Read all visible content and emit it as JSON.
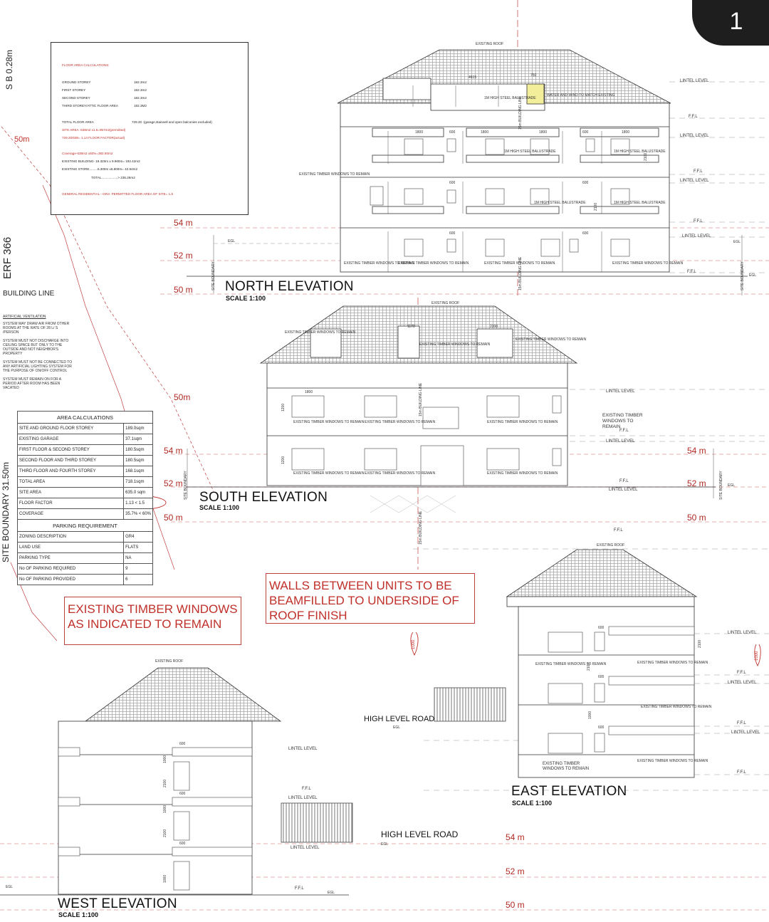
{
  "page_badge": "1",
  "left_margin": {
    "sb_label": "S B 0.28m",
    "erf_label": "ERF 366",
    "site_boundary_label": "SITE BOUNDARY 31.50m",
    "building_line": "BUILDING LINE",
    "fifty_m": "50m"
  },
  "floor_area_panel": {
    "heading": "FLOOR AREA CALCULATIONS:",
    "rows": [
      {
        "label": "GROUND STOREY",
        "value": "182.3m2"
      },
      {
        "label": "FIRST STOREY",
        "value": "182.3m2"
      },
      {
        "label": "SECOND STOREY",
        "value": "182.3m2"
      },
      {
        "label": "THIRD  STOREY/ATTIC  FLOOR AREA",
        "value": "182.3M2"
      }
    ],
    "total_label": "TOTAL FLOOR AREA",
    "total_value": "729.20  -(garage,stairwell  and open balconies excluded)",
    "site_area": "SITE AREA -638m2 x1.5=957m2(permitted)",
    "floor_factor": "729.20/638=   1.14 FLOOR FACTOR(actual)",
    "coverage": "Coverage-638m2 x60%=382.80m2",
    "existing_building": "EXISTING BUILDING- 19.320m x 9.960m= 192.42m2",
    "existing_store": "EXISTING STORE.........6.300m x6.800m= 42.84m2",
    "total_cov": "TOTAL..................> 235.26m2",
    "zoning_note": "GENERAL RESIDENTIAL --GR4- PERMITTED FLOOR AREA OF SITE= 1.5"
  },
  "ventilation_notes": [
    "ARTIFICIAL VENTILATION",
    "SYSTEM MAY DRAW AIR FROM OTHER ROOMS AT THE RATE OF 28 L/ S /PERSON",
    "SYSTEM MUST NOT DISCHARGE INTO CEILING SPACE BUT ONLY TO THE OUTSIDE AND NOT NEIGHBOR'S PROPERTY",
    "SYSTEM MUST NOT BE CONNECTED TO ANY ARTIFICIAL LIGHTING SYSTEM FOR THE PURPOSE OF ON/OFF CONTROL",
    "SYSTEM MUST REMAIN ON FOR A PERIOD AFTER ROOM HAS BEEN VACATED"
  ],
  "area_table": {
    "title": "AREA CALCULATIONS",
    "rows": [
      {
        "label": "SITE AND GROUND FLOOR STOREY",
        "value": "189.0sqm"
      },
      {
        "label": "EXISTING GARAGE",
        "value": "37.1sqm"
      },
      {
        "label": "FIRST FLOOR & SECOND STOREY",
        "value": "180.5sqm"
      },
      {
        "label": "SECOND FLOOR AND THIRD STOREY",
        "value": "180.5sqm"
      },
      {
        "label": "THIRD FLOOR AND FOURTH STOREY",
        "value": "168.1sqm"
      },
      {
        "label": "TOTAL AREA",
        "value": "718.1sqm"
      },
      {
        "label": "SITE AREA",
        "value": "635.0 sqm"
      },
      {
        "label": "FLOOR FACTOR",
        "value": "1.13 < 1.5"
      },
      {
        "label": "COVERAGE",
        "value": "35.7% < 60%"
      }
    ],
    "parking_title": "PARKING REQUIREMENT",
    "parking_rows": [
      {
        "label": "ZONING DESCRIPTION",
        "value": "GR4"
      },
      {
        "label": "LAND USE",
        "value": "FLATS"
      },
      {
        "label": "PARKING TYPE",
        "value": "NA"
      },
      {
        "label": "No  OF PARKING REQUIRED",
        "value": "9"
      },
      {
        "label": "No  OF PARKING PROVIDED",
        "value": "6"
      }
    ]
  },
  "notes": {
    "timber": [
      "EXISTING TIMBER WINDOWS",
      "AS INDICATED TO REMAIN"
    ],
    "walls": [
      "WALLS BETWEEN UNITS TO BE",
      "BEAMFILLED TO UNDERSIDE OF",
      "ROOF FINISH"
    ]
  },
  "north": {
    "title": "NORTH ELEVATION",
    "scale": "SCALE 1:100",
    "roof": "EXISTING ROOF",
    "levels": [
      "54 m",
      "52 m",
      "50 m"
    ],
    "lintel": "LINTEL LEVEL",
    "ffl": "F.F.L",
    "egl": "EGL",
    "site_boundary": "SITE BOUNDARY",
    "building_line": "15m BUILDING LINE",
    "window_note": "EXISTING TIMBER WINDOWS TO REMAIN",
    "steel_note": "1M HIGH STEEL BALUSTRADE",
    "rain_note": "WATER AND WIND TO MATCH EXISTING",
    "dims": [
      "1800",
      "600",
      "1800",
      "1800",
      "600",
      "1800",
      "750",
      "4615",
      "600",
      "2100"
    ]
  },
  "south": {
    "title": "SOUTH ELEVATION",
    "scale": "SCALE 1:100",
    "roof": "EXISTING ROOF",
    "levels_left": [
      "50m",
      "54 m",
      "52 m",
      "50 m"
    ],
    "levels_right": [
      "54 m",
      "52 m",
      "50 m"
    ],
    "lintel": "LINTEL LEVEL",
    "ffl": "F.F.L",
    "egl": "EGL",
    "window_note": "EXISTING TIMBER WINDOWS TO REMAIN",
    "dims": [
      "1800",
      "1200",
      "1170",
      "2200"
    ]
  },
  "east": {
    "title": "EAST ELEVATION",
    "scale": "SCALE 1:100",
    "roof": "EXISTING ROOF",
    "road": "HIGH LEVEL ROAD",
    "egl": "EGL",
    "lintel": "LINTEL LEVEL",
    "ffl": "F.F.L",
    "window_note": "EXISTING TIMBER WINDOWS TO REMAIN",
    "levels": [
      "54 m",
      "52 m",
      "50 m"
    ],
    "road2": "HIGH LEVEL ROAD",
    "dims": [
      "600",
      "2100",
      "1000"
    ]
  },
  "west": {
    "title": "WEST ELEVATION",
    "scale": "SCALE 1:100",
    "roof": "EXISTING ROOF",
    "lintel": "LINTEL LEVEL",
    "ffl": "F.F.L",
    "egl": "EGL",
    "dims": [
      "600",
      "2100",
      "1000"
    ]
  },
  "pen_mark": "1000"
}
